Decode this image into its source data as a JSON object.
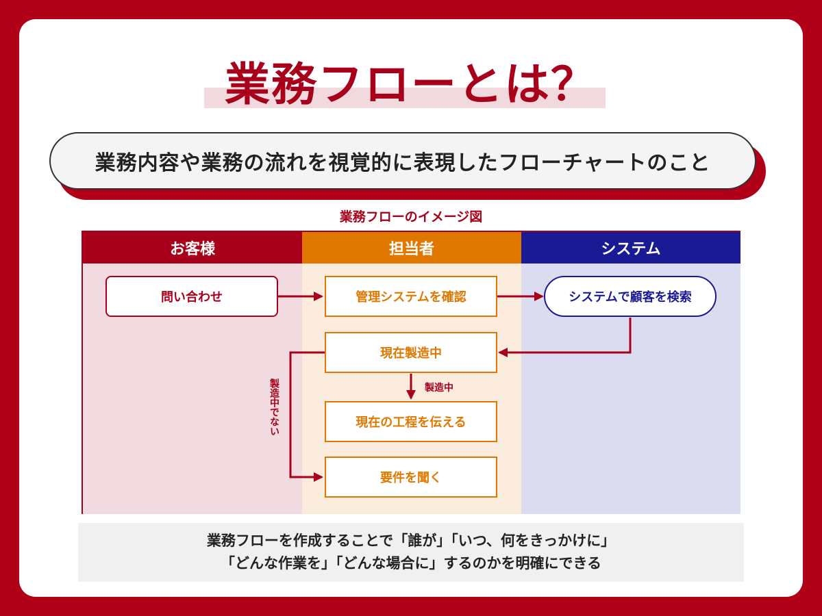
{
  "title": "業務フローとは？",
  "definition": "業務内容や業務の流れを視覚的に表現したフローチャートのこと",
  "diagram": {
    "caption": "業務フローのイメージ図",
    "lanes": [
      "お客様",
      "担当者",
      "システム"
    ],
    "nodes": {
      "inquiry": "問い合わせ",
      "check_system": "管理システムを確認",
      "search_customer": "システムで顧客を検索",
      "in_production": "現在製造中",
      "tell_process": "現在の工程を伝える",
      "hear_requirements": "要件を聞く"
    },
    "edge_labels": {
      "yes": "製造中",
      "no": "製造中でない"
    }
  },
  "summary": {
    "line1": "業務フローを作成することで「誰が」「いつ、何をきっかけに」",
    "line2": "「どんな作業を」「どんな場合に」するのかを明確にできる"
  },
  "colors": {
    "brand_red": "#a8001a",
    "orange": "#e07800",
    "navy": "#1a1a94"
  }
}
